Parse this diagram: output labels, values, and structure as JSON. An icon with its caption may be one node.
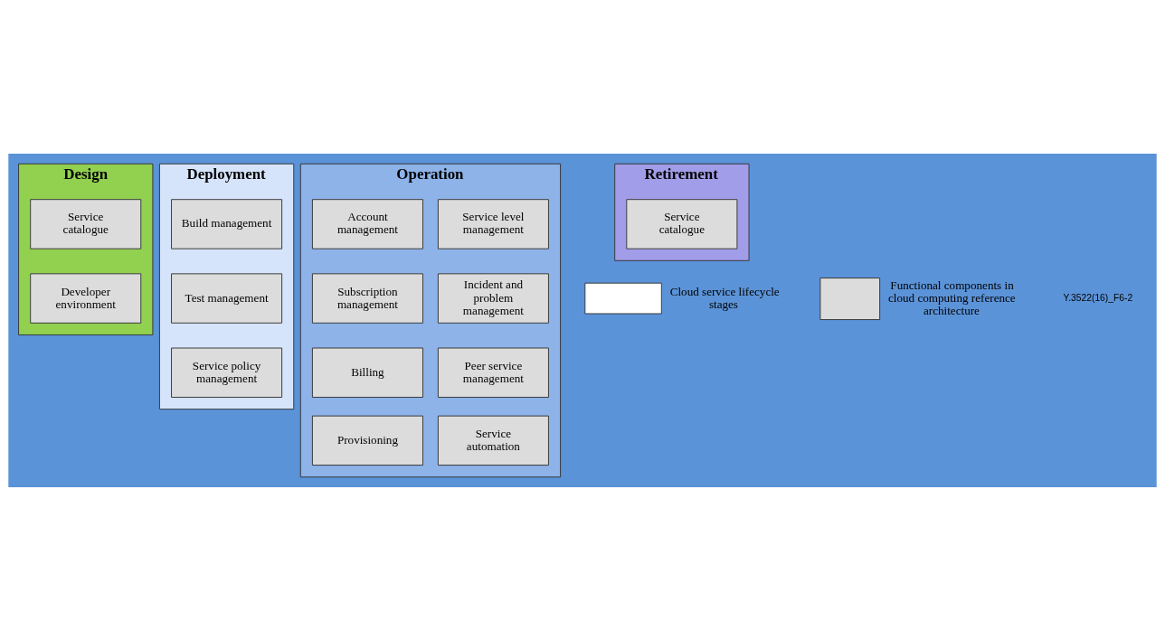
{
  "diagram": {
    "nodes": [
      {
        "text": [
          "Design"
        ]
      },
      {
        "text": [
          "Service catalogue"
        ],
        "in": 0
      },
      {
        "text": [
          "Developer environment"
        ],
        "in": 0
      },
      {
        "text": [
          "Deployment"
        ]
      },
      {
        "text": [
          "Build management"
        ],
        "in": 3
      },
      {
        "text": [
          "Test management"
        ],
        "in": 3
      },
      {
        "text": [
          "Service policy management"
        ],
        "in": 3
      },
      {
        "text": [
          "Operation"
        ]
      },
      {
        "text": [
          "Account management"
        ],
        "in": 7
      },
      {
        "text": [
          "Service level management"
        ],
        "in": 7
      },
      {
        "text": [
          "Subscription management"
        ],
        "in": 7
      },
      {
        "text": [
          "Incident and problem management"
        ],
        "in": 7
      },
      {
        "text": [
          "Billing"
        ],
        "in": 7
      },
      {
        "text": [
          "Peer service management"
        ],
        "in": 7
      },
      {
        "text": [
          "Provisioning"
        ],
        "in": 7
      },
      {
        "text": [
          "Service automation"
        ],
        "in": 7
      },
      {
        "text": [
          "Retirement"
        ]
      },
      {
        "text": [
          "Service catalogue"
        ],
        "in": 16
      }
    ],
    "edges": [],
    "labels": [
      "Y.3522(16)_F6-2"
    ],
    "legend": [
      {
        "text": "Cloud service lifecycle stages"
      },
      {
        "text": "Functional components in cloud computing reference architecture",
        "color": "#dcdcdc"
      }
    ]
  }
}
